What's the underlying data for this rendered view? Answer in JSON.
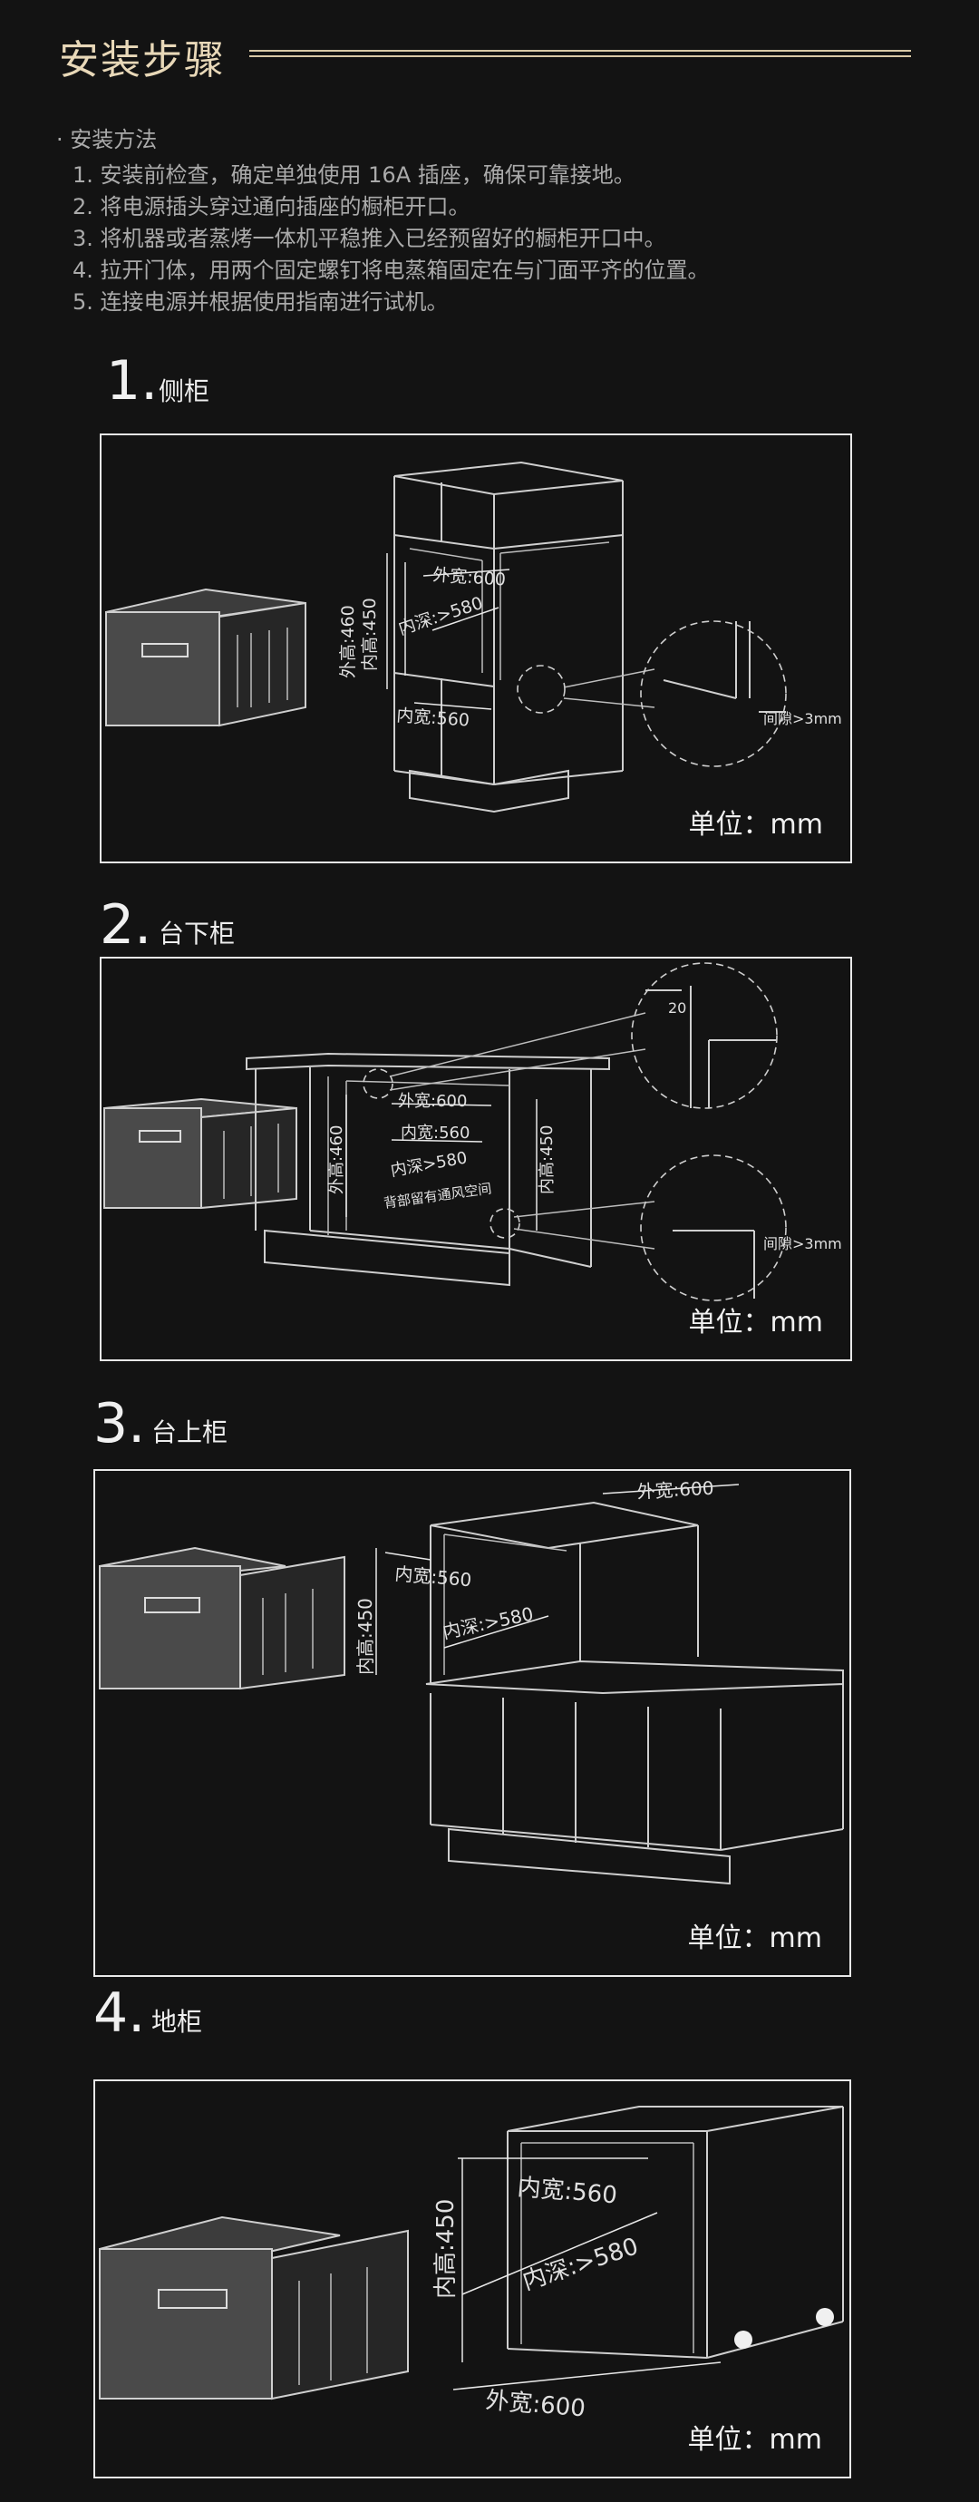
{
  "header": {
    "title": "安装步骤"
  },
  "method": {
    "heading": "· 安装方法",
    "steps": [
      "1. 安装前检查，确定单独使用 16A 插座，确保可靠接地。",
      "2. 将电源插头穿过通向插座的橱柜开口。",
      "3. 将机器或者蒸烤一体机平稳推入已经预留好的橱柜开口中。",
      "4. 拉开门体，用两个固定螺钉将电蒸箱固定在与门面平齐的位置。",
      "5. 连接电源并根据使用指南进行试机。"
    ]
  },
  "sections": [
    {
      "num": "1.",
      "label": "侧柜",
      "unit": "单位：mm",
      "dims": {
        "outer_height": "外高:460",
        "inner_height": "内高:450",
        "outer_width": "外宽:600",
        "inner_depth": "内深:>580",
        "inner_width": "内宽:560",
        "gap": "间隙>3mm"
      }
    },
    {
      "num": "2.",
      "label": "台下柜",
      "unit": "单位：mm",
      "dims": {
        "gap_top": "20",
        "outer_height": "外高:460",
        "outer_width": "外宽:600",
        "inner_width": "内宽:560",
        "inner_depth": "内深>580",
        "vent_note": "背部留有通风空间",
        "inner_height": "内高:450",
        "gap": "间隙>3mm"
      }
    },
    {
      "num": "3.",
      "label": "台上柜",
      "unit": "单位：mm",
      "dims": {
        "outer_width": "外宽:600",
        "inner_width": "内宽:560",
        "inner_height": "内高:450",
        "inner_depth": "内深:>580"
      }
    },
    {
      "num": "4.",
      "label": "地柜",
      "unit": "单位：mm",
      "dims": {
        "inner_height": "内高:450",
        "inner_width": "内宽:560",
        "inner_depth": "内深:>580",
        "outer_width": "外宽:600"
      }
    }
  ]
}
